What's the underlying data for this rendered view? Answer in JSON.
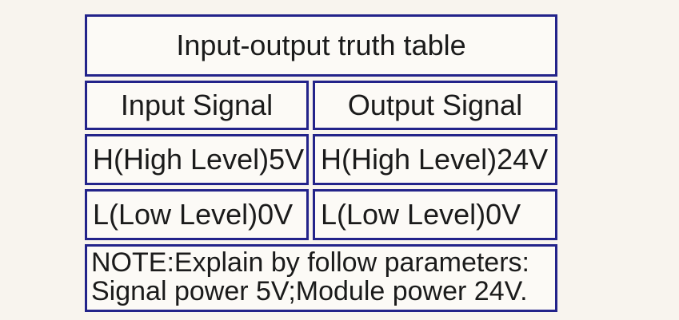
{
  "table": {
    "title": "Input-output truth table",
    "headers": [
      "Input Signal",
      "Output Signal"
    ],
    "rows": [
      {
        "input": "H(High Level)5V",
        "output": "H(High Level)24V"
      },
      {
        "input": "L(Low Level)0V",
        "output": "L(Low Level)0V"
      }
    ],
    "note": {
      "line1": "NOTE:Explain by follow parameters:",
      "line2": "Signal power 5V;Module power 24V."
    },
    "colors": {
      "border": "#23238a",
      "cell_background": "#fcfaf6",
      "page_background": "#f8f4ee",
      "text": "#1b1b1b"
    }
  }
}
